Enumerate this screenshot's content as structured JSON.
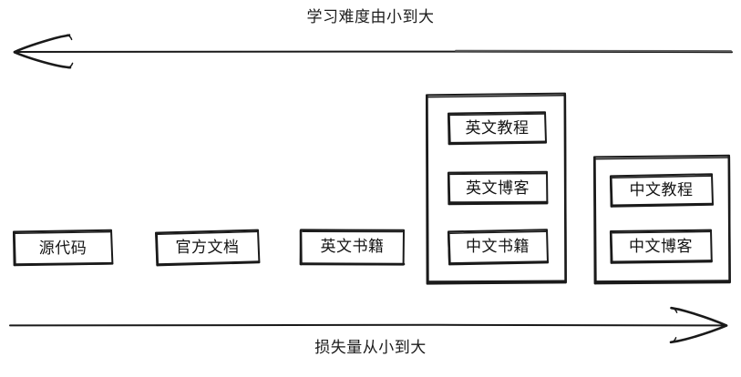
{
  "diagram": {
    "type": "hand-drawn-axis-diagram",
    "top_axis": {
      "label": "学习难度由小到大",
      "direction": "left",
      "arrow_icon": "arrow-left-icon"
    },
    "bottom_axis": {
      "label": "损失量从小到大",
      "direction": "right",
      "arrow_icon": "arrow-right-icon"
    },
    "nodes": [
      {
        "id": "source-code",
        "label": "源代码",
        "group": null
      },
      {
        "id": "official-docs",
        "label": "官方文档",
        "group": null
      },
      {
        "id": "english-books",
        "label": "英文书籍",
        "group": null
      },
      {
        "id": "english-tutorial",
        "label": "英文教程",
        "group": "group-english"
      },
      {
        "id": "english-blog",
        "label": "英文博客",
        "group": "group-english"
      },
      {
        "id": "chinese-books",
        "label": "中文书籍",
        "group": "group-english"
      },
      {
        "id": "chinese-tutorial",
        "label": "中文教程",
        "group": "group-chinese"
      },
      {
        "id": "chinese-blog",
        "label": "中文博客",
        "group": "group-chinese"
      }
    ],
    "groups": [
      {
        "id": "group-english",
        "members": [
          "英文教程",
          "英文博客",
          "中文书籍"
        ]
      },
      {
        "id": "group-chinese",
        "members": [
          "中文教程",
          "中文博客"
        ]
      }
    ],
    "colors": {
      "stroke": "#1a1a1a",
      "background": "#ffffff",
      "text": "#141414"
    }
  }
}
